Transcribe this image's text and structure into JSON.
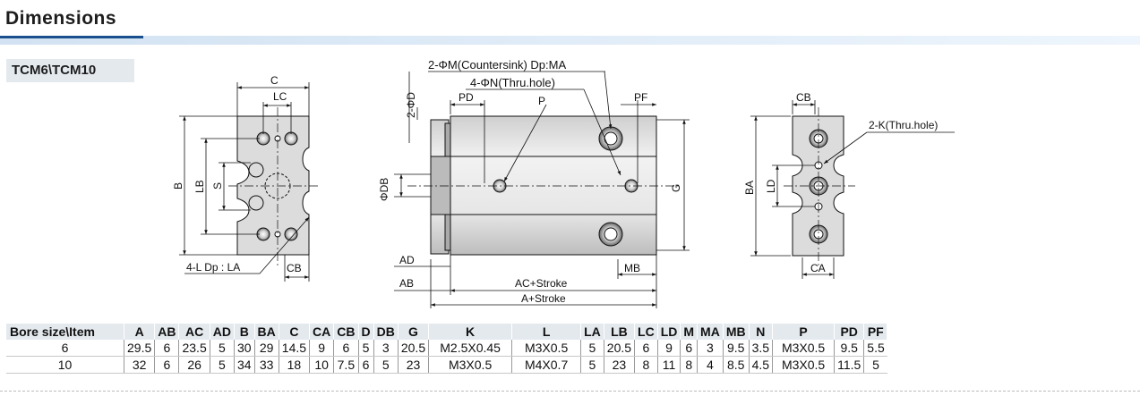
{
  "section": {
    "title": "Dimensions",
    "model": "TCM6\\TCM10"
  },
  "drawing_labels": {
    "c": "C",
    "lc": "LC",
    "b": "B",
    "lb": "LB",
    "s": "S",
    "l_dp": "4-L Dp : LA",
    "cb_left": "CB",
    "m_note": "2-ΦM(Countersink) Dp:MA",
    "n_note": "4-ΦN(Thru.hole)",
    "d2": "2-ΦD",
    "pd": "PD",
    "p": "P",
    "pf": "PF",
    "db": "ΦDB",
    "g": "G",
    "ad": "AD",
    "ab": "AB",
    "mb": "MB",
    "ac_stroke": "AC+Stroke",
    "a_stroke": "A+Stroke",
    "cb_right": "CB",
    "k_note": "2-K(Thru.hole)",
    "ba": "BA",
    "ld": "LD",
    "ca": "CA"
  },
  "table": {
    "headers": [
      "Bore size\\Item",
      "A",
      "AB",
      "AC",
      "AD",
      "B",
      "BA",
      "C",
      "CA",
      "CB",
      "D",
      "DB",
      "G",
      "K",
      "L",
      "LA",
      "LB",
      "LC",
      "LD",
      "M",
      "MA",
      "MB",
      "N",
      "P",
      "PD",
      "PF"
    ],
    "rows": [
      [
        "6",
        "29.5",
        "6",
        "23.5",
        "5",
        "30",
        "29",
        "14.5",
        "9",
        "6",
        "5",
        "3",
        "20.5",
        "M2.5X0.45",
        "M3X0.5",
        "5",
        "20.5",
        "6",
        "9",
        "6",
        "3",
        "9.5",
        "3.5",
        "M3X0.5",
        "9.5",
        "5.5"
      ],
      [
        "10",
        "32",
        "6",
        "26",
        "5",
        "34",
        "33",
        "18",
        "10",
        "7.5",
        "6",
        "5",
        "23",
        "M3X0.5",
        "M4X0.7",
        "5",
        "23",
        "8",
        "11",
        "8",
        "4",
        "8.5",
        "4.5",
        "M3X0.5",
        "11.5",
        "5"
      ]
    ]
  },
  "colors": {
    "accent": "#1a4f8e",
    "header_bg": "#e4e9ee",
    "title_bar": "#dde9f5"
  }
}
